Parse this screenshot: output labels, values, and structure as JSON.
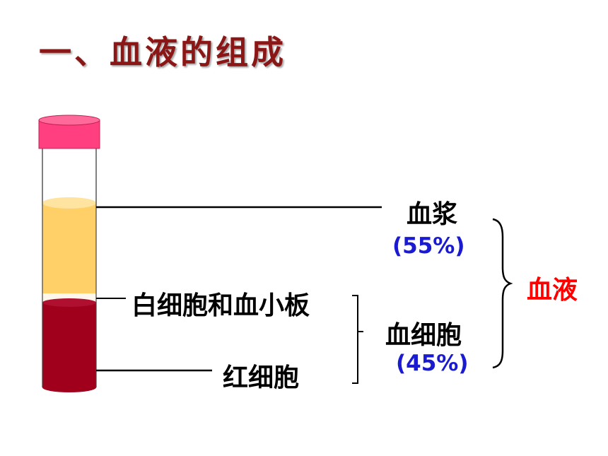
{
  "title": "一、血液的组成",
  "labels": {
    "plasma": "血浆",
    "plasma_pct": "(55%)",
    "wbc_platelets": "白细胞和血小板",
    "blood_cells": "血细胞",
    "blood_cells_pct": "(45%)",
    "rbc": "红细胞",
    "blood": "血液"
  },
  "colors": {
    "title": "#8b1616",
    "tube_cap": "#ff3f7f",
    "plasma": "#ffd068",
    "rbc_layer": "#a0001c",
    "percent_text": "#1a1ad0",
    "blood_text": "#ff0000"
  }
}
